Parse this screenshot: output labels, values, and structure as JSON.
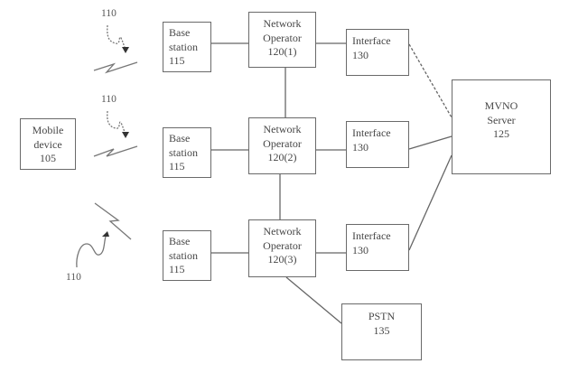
{
  "diagram": {
    "nodes": {
      "mobile": {
        "lines": [
          "Mobile",
          "device",
          "105"
        ]
      },
      "base1": {
        "lines": [
          "Base",
          "station",
          "115"
        ]
      },
      "base2": {
        "lines": [
          "Base",
          "station",
          "115"
        ]
      },
      "base3": {
        "lines": [
          "Base",
          "station",
          "115"
        ]
      },
      "no1": {
        "lines": [
          "Network",
          "Operator",
          "120(1)"
        ]
      },
      "no2": {
        "lines": [
          "Network",
          "Operator",
          "120(2)"
        ]
      },
      "no3": {
        "lines": [
          "Network",
          "Operator",
          "120(3)"
        ]
      },
      "if1": {
        "lines": [
          "Interface",
          "130"
        ]
      },
      "if2": {
        "lines": [
          "Interface",
          "130"
        ]
      },
      "if3": {
        "lines": [
          "Interface",
          "130"
        ]
      },
      "mvno": {
        "lines": [
          "MVNO",
          "Server",
          "125"
        ]
      },
      "pstn": {
        "lines": [
          "PSTN",
          "135"
        ]
      }
    },
    "wireless_labels": [
      "110",
      "110",
      "110"
    ],
    "edges": [
      {
        "from": "base1",
        "to": "no1",
        "style": "solid"
      },
      {
        "from": "base2",
        "to": "no2",
        "style": "solid"
      },
      {
        "from": "base3",
        "to": "no3",
        "style": "solid"
      },
      {
        "from": "no1",
        "to": "if1",
        "style": "solid"
      },
      {
        "from": "no2",
        "to": "if2",
        "style": "solid"
      },
      {
        "from": "no3",
        "to": "if3",
        "style": "solid"
      },
      {
        "from": "no1",
        "to": "no2",
        "style": "solid"
      },
      {
        "from": "no2",
        "to": "no3",
        "style": "solid"
      },
      {
        "from": "no3",
        "to": "pstn",
        "style": "solid"
      },
      {
        "from": "if1",
        "to": "mvno",
        "style": "dashed"
      },
      {
        "from": "if2",
        "to": "mvno",
        "style": "solid"
      },
      {
        "from": "if3",
        "to": "mvno",
        "style": "solid"
      }
    ]
  }
}
